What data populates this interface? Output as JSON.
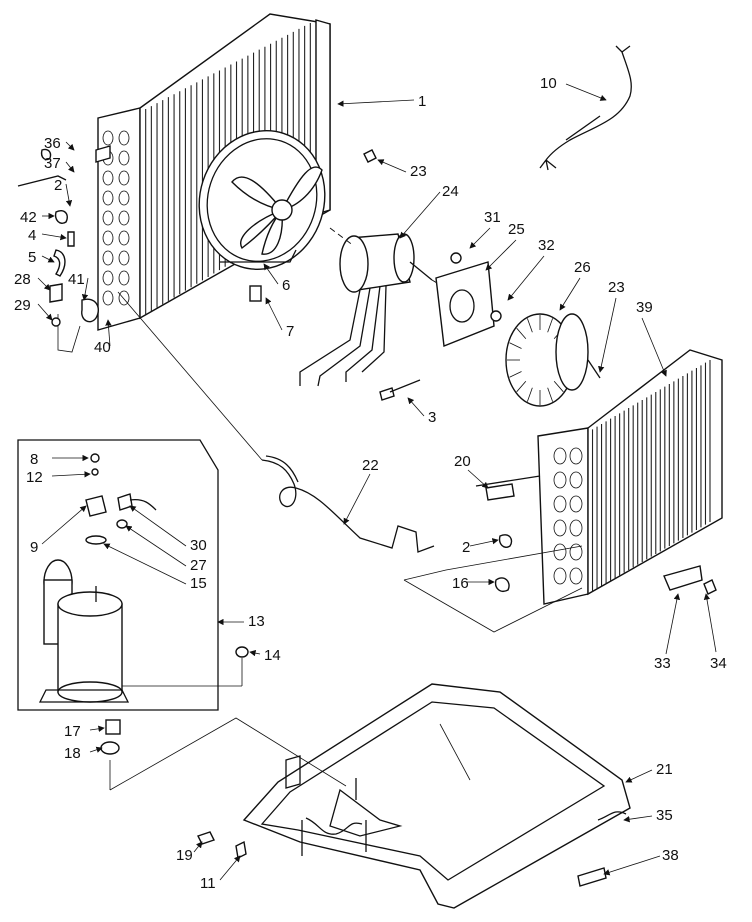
{
  "diagram": {
    "part_numbers": [
      "1",
      "2",
      "3",
      "4",
      "5",
      "6",
      "7",
      "8",
      "9",
      "10",
      "11",
      "12",
      "13",
      "14",
      "15",
      "16",
      "17",
      "18",
      "19",
      "20",
      "21",
      "22",
      "23",
      "24",
      "25",
      "26",
      "27",
      "28",
      "29",
      "30",
      "31",
      "32",
      "33",
      "34",
      "35",
      "36",
      "37",
      "38",
      "39",
      "40",
      "41",
      "42"
    ]
  },
  "labels": {
    "p1": "1",
    "p2a": "2",
    "p2b": "2",
    "p3": "3",
    "p4": "4",
    "p5": "5",
    "p6": "6",
    "p7": "7",
    "p8": "8",
    "p9": "9",
    "p10": "10",
    "p11": "11",
    "p12": "12",
    "p13": "13",
    "p14": "14",
    "p15": "15",
    "p16": "16",
    "p17": "17",
    "p18": "18",
    "p19": "19",
    "p20": "20",
    "p21": "21",
    "p22": "22",
    "p23a": "23",
    "p23b": "23",
    "p24": "24",
    "p25": "25",
    "p26": "26",
    "p27": "27",
    "p28": "28",
    "p29": "29",
    "p30": "30",
    "p31": "31",
    "p32": "32",
    "p33": "33",
    "p34": "34",
    "p35": "35",
    "p36": "36",
    "p37": "37",
    "p38": "38",
    "p39": "39",
    "p40": "40",
    "p41": "41",
    "p42": "42"
  }
}
